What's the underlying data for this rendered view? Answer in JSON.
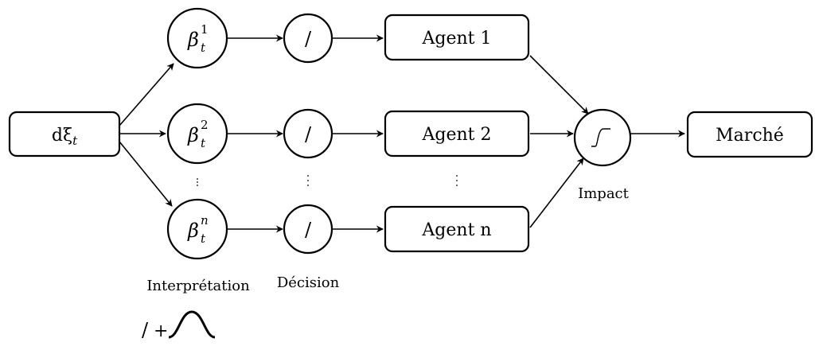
{
  "nodes": {
    "input": {
      "label": "dξ",
      "subscript": "t"
    },
    "beta": [
      {
        "base": "β",
        "sup": "1",
        "sub": "t"
      },
      {
        "base": "β",
        "sup": "2",
        "sub": "t"
      },
      {
        "base": "β",
        "sup": "n",
        "sub": "t"
      }
    ],
    "decision_symbol": "/",
    "agents": [
      "Agent 1",
      "Agent 2",
      "Agent n"
    ],
    "output": "Marché"
  },
  "labels": {
    "interpretation": "Interprétation",
    "decision": "Décision",
    "impact": "Impact"
  },
  "legend": {
    "slash": "/",
    "plus": "+"
  }
}
